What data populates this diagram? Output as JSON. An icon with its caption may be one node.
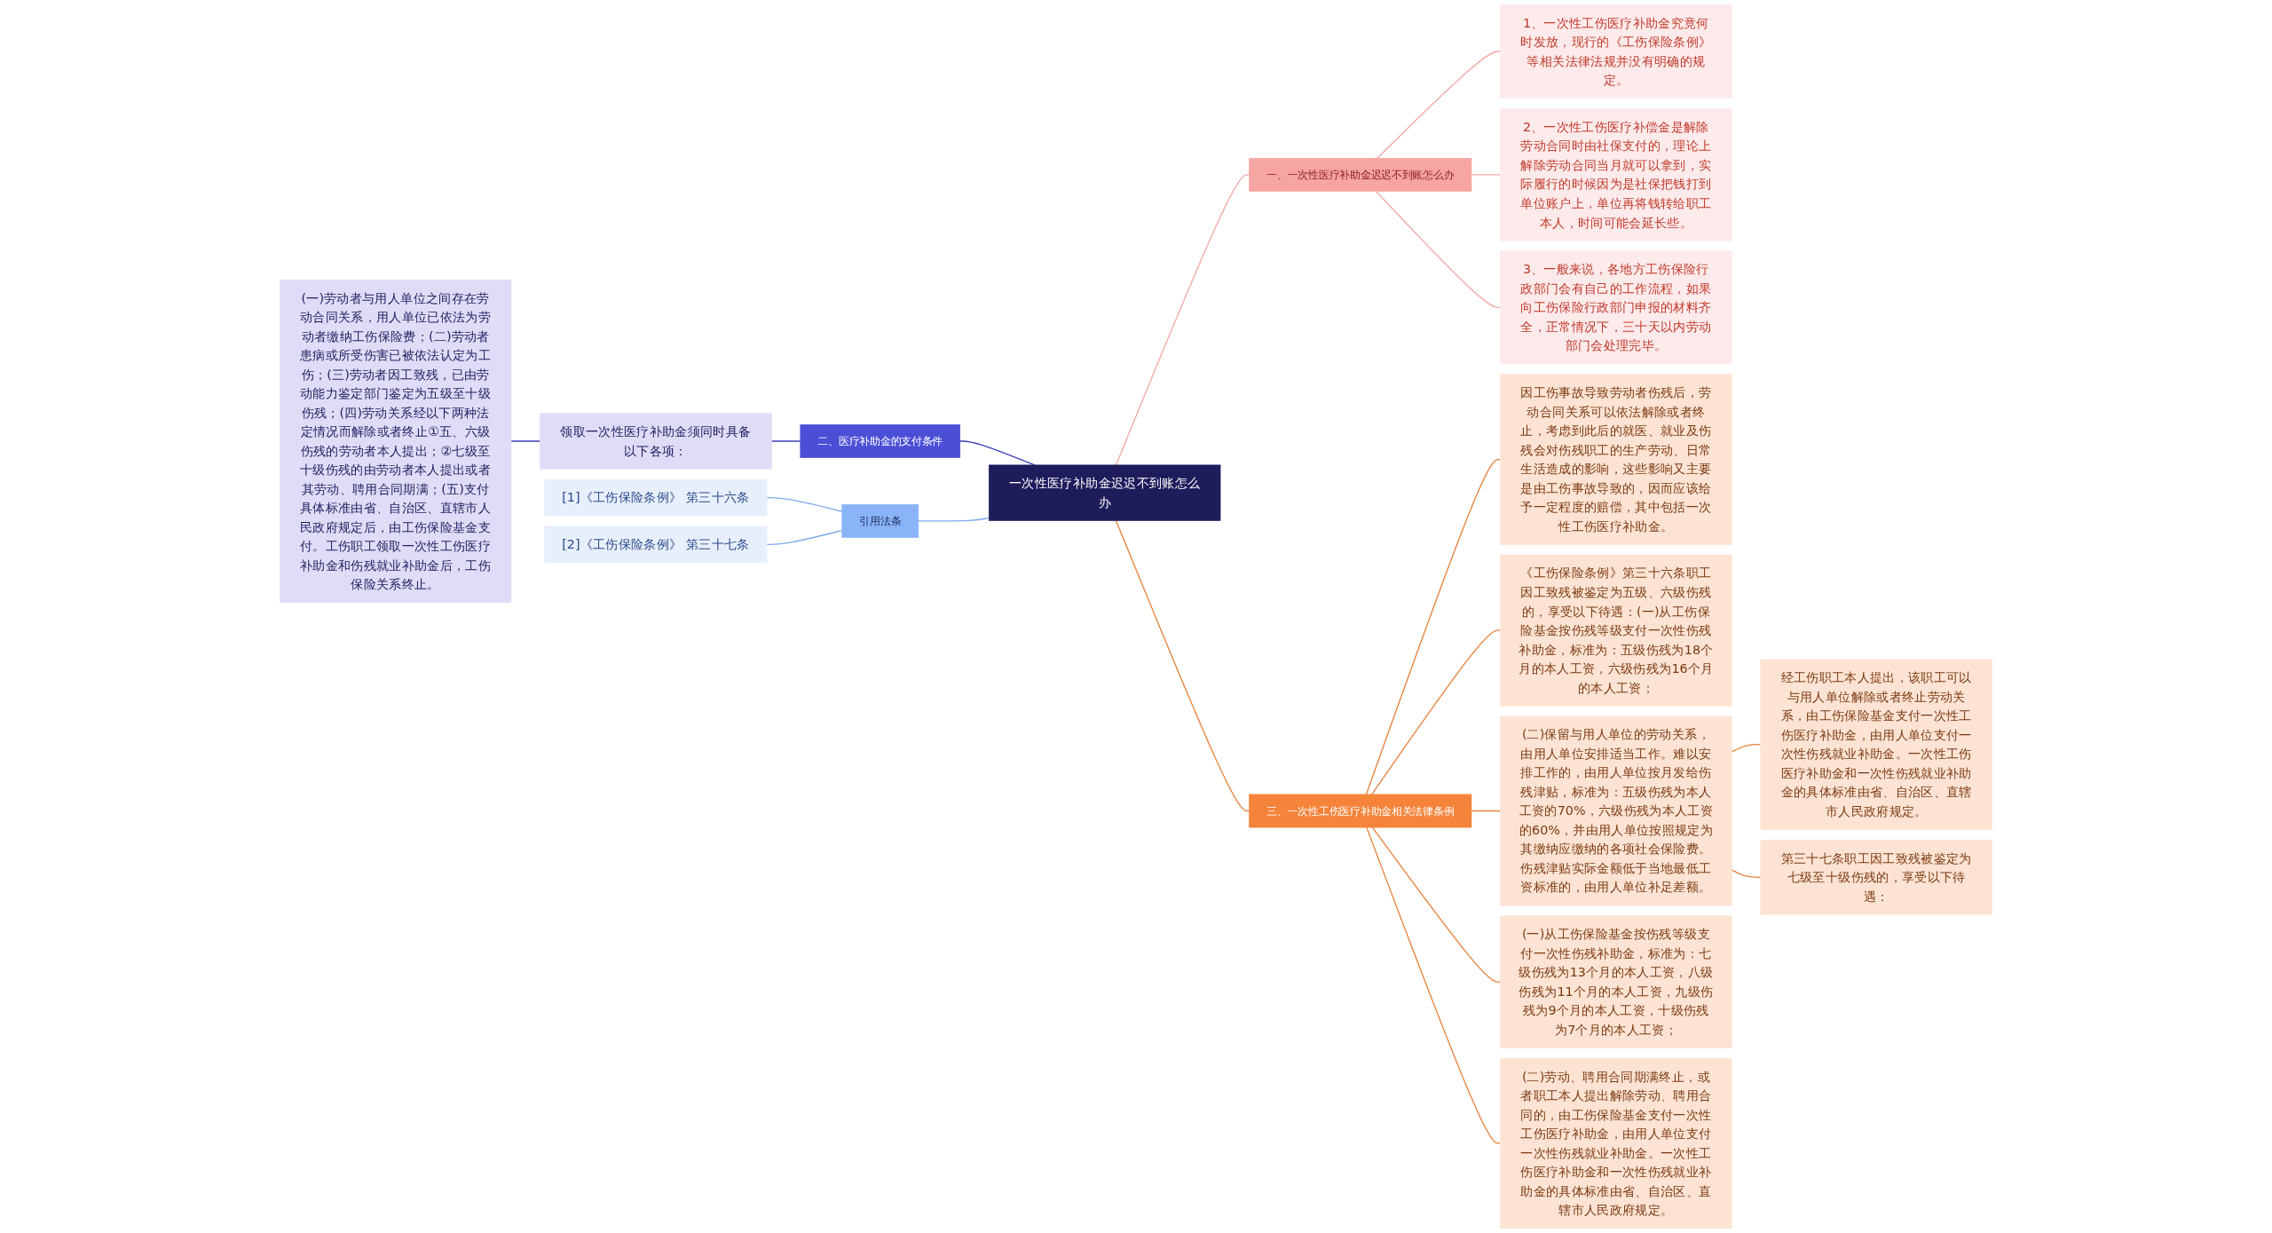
{
  "diagram": {
    "nodes": [
      {
        "text": [
          "一次性医疗补助金迟迟不到账怎么办"
        ]
      },
      {
        "text": [
          "一、一次性医疗补助金迟迟不到账怎么办"
        ]
      },
      {
        "text": [
          "1、一次性工伤医疗补助金究竟何时发放，现行的《工伤保险条例》等相关法律法规并没有明确的规定。"
        ]
      },
      {
        "text": [
          "2、一次性工伤医疗补偿金是解除劳动合同时由社保支付的，理论上解除劳动合同当月就可以拿到，实际履行的时候因为是社保把钱打到单位账户上，单位再将钱转给职工本人，时间可能会延长些。"
        ]
      },
      {
        "text": [
          "3、一般来说，各地方工伤保险行政部门会有自己的工作流程，如果向工伤保险行政部门申报的材料齐全，正常情况下，三十天以内劳动部门会处理完毕。"
        ]
      },
      {
        "text": [
          "二、医疗补助金的支付条件"
        ]
      },
      {
        "text": [
          "领取一次性医疗补助金须同时具备以下各项："
        ]
      },
      {
        "text": [
          "(一)劳动者与用人单位之间存在劳动合同关系，用人单位已依法为劳动者缴纳工伤保险费；(二)劳动者患病或所受伤害已被依法认定为工伤；(三)劳动者因工致残，已由劳动能力鉴定部门鉴定为五级至十级伤残；(四)劳动关系经以下两种法定情况而解除或者终止①五、六级伤残的劳动者本人提出；②七级至十级伤残的由劳动者本人提出或者其劳动、聘用合同期满；(五)支付具体标准由省、自治区、直辖市人民政府规定后，由工伤保险基金支付。工伤职工领取一次性工伤医疗补助金和伤残就业补助金后，工伤保险关系终止。"
        ]
      },
      {
        "text": [
          "引用法条"
        ]
      },
      {
        "text": [
          "[1]《工伤保险条例》 第三十六条"
        ]
      },
      {
        "text": [
          "[2]《工伤保险条例》 第三十七条"
        ]
      },
      {
        "text": [
          "三、一次性工伤医疗补助金相关法律条例"
        ]
      },
      {
        "text": [
          "因工伤事故导致劳动者伤残后，劳动合同关系可以依法解除或者终止，考虑到此后的就医、就业及伤残会对伤残职工的生产劳动、日常生活造成的影响，这些影响又主要是由工伤事故导致的，因而应该给予一定程度的赔偿，其中包括一次性工伤医疗补助金。"
        ]
      },
      {
        "text": [
          "《工伤保险条例》第三十六条职工因工致残被鉴定为五级、六级伤残的，享受以下待遇：(一)从工伤保险基金按伤残等级支付一次性伤残补助金，标准为：五级伤残为18个月的本人工资，六级伤残为16个月的本人工资；"
        ]
      },
      {
        "text": [
          "(二)保留与用人单位的劳动关系，由用人单位安排适当工作。难以安排工作的，由用人单位按月发给伤残津贴，标准为：五级伤残为本人工资的70%，六级伤残为本人工资的60%，并由用人单位按照规定为其缴纳应缴纳的各项社会保险费。伤残津贴实际金额低于当地最低工资标准的，由用人单位补足差额。"
        ]
      },
      {
        "text": [
          "经工伤职工本人提出，该职工可以与用人单位解除或者终止劳动关系，由工伤保险基金支付一次性工伤医疗补助金，由用人单位支付一次性伤残就业补助金。一次性工伤医疗补助金和一次性伤残就业补助金的具体标准由省、自治区、直辖市人民政府规定。"
        ]
      },
      {
        "text": [
          "第三十七条职工因工致残被鉴定为七级至十级伤残的，享受以下待遇："
        ]
      },
      {
        "text": [
          "(一)从工伤保险基金按伤残等级支付一次性伤残补助金，标准为：七级伤残为13个月的本人工资，八级伤残为11个月的本人工资，九级伤残为9个月的本人工资，十级伤残为7个月的本人工资；"
        ]
      },
      {
        "text": [
          "(二)劳动、聘用合同期满终止，或者职工本人提出解除劳动、聘用合同的，由工伤保险基金支付一次性工伤医疗补助金，由用人单位支付一次性伤残就业补助金。一次性工伤医疗补助金和一次性伤残就业补助金的具体标准由省、自治区、直辖市人民政府规定。"
        ]
      }
    ],
    "edges": [
      {
        "from": 0,
        "to": 1,
        "arrow": "none",
        "color": "#f4a6a3"
      },
      {
        "from": 1,
        "to": 2,
        "arrow": "none",
        "color": "#f4a6a3"
      },
      {
        "from": 1,
        "to": 3,
        "arrow": "none",
        "color": "#f4a6a3"
      },
      {
        "from": 1,
        "to": 4,
        "arrow": "none",
        "color": "#f4a6a3"
      },
      {
        "from": 5,
        "to": 0,
        "arrow": "none",
        "color": "#3b3fb5"
      },
      {
        "from": 6,
        "to": 5,
        "arrow": "none",
        "color": "#3b3fb5"
      },
      {
        "from": 7,
        "to": 6,
        "arrow": "none",
        "color": "#3b3fb5"
      },
      {
        "from": 8,
        "to": 0,
        "arrow": "none",
        "color": "#7fa9ee"
      },
      {
        "from": 9,
        "to": 8,
        "arrow": "none",
        "color": "#7fa9ee"
      },
      {
        "from": 10,
        "to": 8,
        "arrow": "none",
        "color": "#7fa9ee"
      },
      {
        "from": 0,
        "to": 11,
        "arrow": "none",
        "color": "#e8803a"
      },
      {
        "from": 11,
        "to": 12,
        "arrow": "none",
        "color": "#e8803a"
      },
      {
        "from": 11,
        "to": 13,
        "arrow": "none",
        "color": "#e8803a"
      },
      {
        "from": 11,
        "to": 14,
        "arrow": "none",
        "color": "#e8803a"
      },
      {
        "from": 14,
        "to": 15,
        "arrow": "none",
        "color": "#e8803a"
      },
      {
        "from": 14,
        "to": 16,
        "arrow": "none",
        "color": "#e8803a"
      },
      {
        "from": 11,
        "to": 17,
        "arrow": "none",
        "color": "#e8803a"
      },
      {
        "from": 11,
        "to": 18,
        "arrow": "none",
        "color": "#e8803a"
      }
    ]
  }
}
